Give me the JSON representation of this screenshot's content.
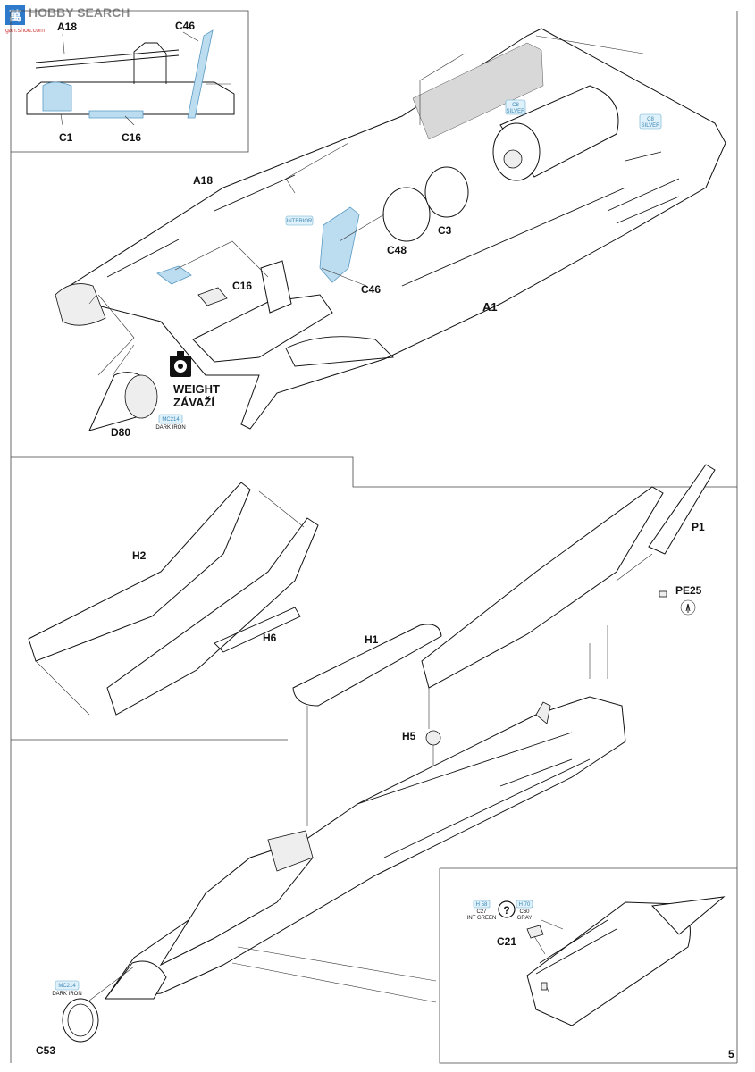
{
  "watermark": {
    "brand_char": "萬",
    "name": "HOBBY SEARCH",
    "domain": "gan.shou.com"
  },
  "top_inset": {
    "labels": [
      "A18",
      "C46",
      "C1",
      "C16"
    ]
  },
  "step_top": {
    "labels": {
      "a18": "A18",
      "c16": "C16",
      "c46": "C46",
      "c48": "C48",
      "c3": "C3",
      "a1": "A1",
      "d80": "D80"
    },
    "paint_chips": [
      {
        "code": "C8",
        "name": "SILVER"
      },
      {
        "code": "C8",
        "name": "SILVER"
      },
      {
        "code": "",
        "name": "INTERIOR"
      },
      {
        "code": "MC214",
        "name": "DARK IRON"
      }
    ],
    "weight": {
      "line1": "WEIGHT",
      "line2": "ZÁVAŽÍ",
      "icon": "weight-icon"
    }
  },
  "step_bottom": {
    "labels": {
      "h2": "H2",
      "h6": "H6",
      "h1": "H1",
      "h5": "H5",
      "p1": "P1",
      "pe25": "PE25",
      "c53": "C53"
    },
    "paint_chip": {
      "code": "MC214",
      "name": "DARK IRON"
    }
  },
  "bottom_inset": {
    "label": "C21",
    "chips": [
      {
        "code": "H 58",
        "sub": "C27",
        "name": "INT GREEN"
      },
      {
        "code": "H 70",
        "sub": "C60",
        "name": "GRAY"
      }
    ],
    "question_mark": "?"
  },
  "page_number": "5"
}
